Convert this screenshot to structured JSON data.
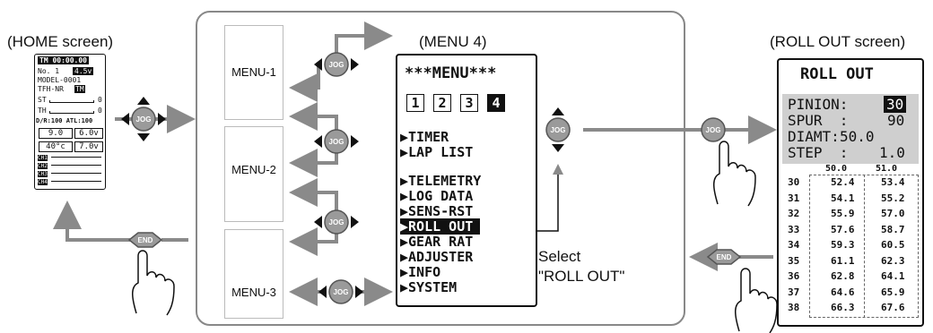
{
  "labels": {
    "home_caption": "(HOME screen)",
    "menu4_caption": "(MENU 4)",
    "rollout_caption": "(ROLL OUT screen)",
    "select_line1": "Select",
    "select_line2": "\"ROLL OUT\""
  },
  "buttons": {
    "jog": "JOG",
    "end": "END"
  },
  "menus": [
    "MENU-1",
    "MENU-2",
    "MENU-3"
  ],
  "home": {
    "timer": "TM 00:00.00",
    "model_no": "No. 1",
    "voltage1": "4.5v",
    "model_name": "MODEL-0001",
    "row3": "TFH-NR",
    "row3_badge": "TM",
    "st": "ST",
    "th": "TH",
    "st_val": "0",
    "th_val": "0",
    "dr_atl": "D/R:100 ATL:100",
    "bat1": "9.0",
    "bat2": "6.0v",
    "temp": "40°c",
    "bat3": "7.0v",
    "channels": [
      "CH1",
      "CH2",
      "CH3",
      "CH4"
    ]
  },
  "menu4": {
    "title": "***MENU***",
    "pages": [
      "1",
      "2",
      "3",
      "4"
    ],
    "active_page": "4",
    "items_a": [
      "TIMER",
      "LAP LIST"
    ],
    "items_b": [
      "TELEMETRY",
      "LOG DATA",
      "SENS-RST",
      "ROLL OUT",
      "GEAR RAT",
      "ADJUSTER",
      "INFO",
      "SYSTEM"
    ],
    "selected": "ROLL OUT"
  },
  "rollout": {
    "title": "ROLL OUT",
    "pinion_label": "PINION:",
    "pinion_value": "30",
    "spur_label": "SPUR  :",
    "spur_value": "90",
    "diamt_label": "DIAMT:",
    "diamt_value": "50.0",
    "step_label": "STEP  :",
    "step_value": "1.0",
    "col_headers": [
      "50.0",
      "51.0"
    ],
    "rows": [
      {
        "t": "30",
        "a": "52.4",
        "b": "53.4"
      },
      {
        "t": "31",
        "a": "54.1",
        "b": "55.2"
      },
      {
        "t": "32",
        "a": "55.9",
        "b": "57.0"
      },
      {
        "t": "33",
        "a": "57.6",
        "b": "58.7"
      },
      {
        "t": "34",
        "a": "59.3",
        "b": "60.5"
      },
      {
        "t": "35",
        "a": "61.1",
        "b": "62.3"
      },
      {
        "t": "36",
        "a": "62.8",
        "b": "64.1"
      },
      {
        "t": "37",
        "a": "64.6",
        "b": "65.9"
      },
      {
        "t": "38",
        "a": "66.3",
        "b": "67.6"
      }
    ]
  }
}
